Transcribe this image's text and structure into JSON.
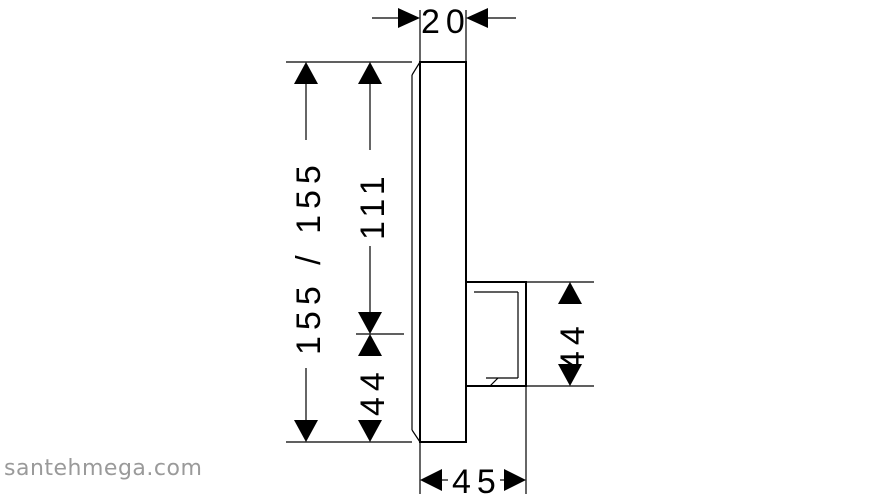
{
  "dimensions": {
    "top_width": "20",
    "total_height": "155 / 155",
    "upper_height": "111",
    "lower_left_height": "44",
    "right_height": "44",
    "bottom_width": "45"
  },
  "watermark": "santehmega.com",
  "colors": {
    "line": "#000000",
    "watermark": "#9a9a9a",
    "background": "#ffffff"
  }
}
